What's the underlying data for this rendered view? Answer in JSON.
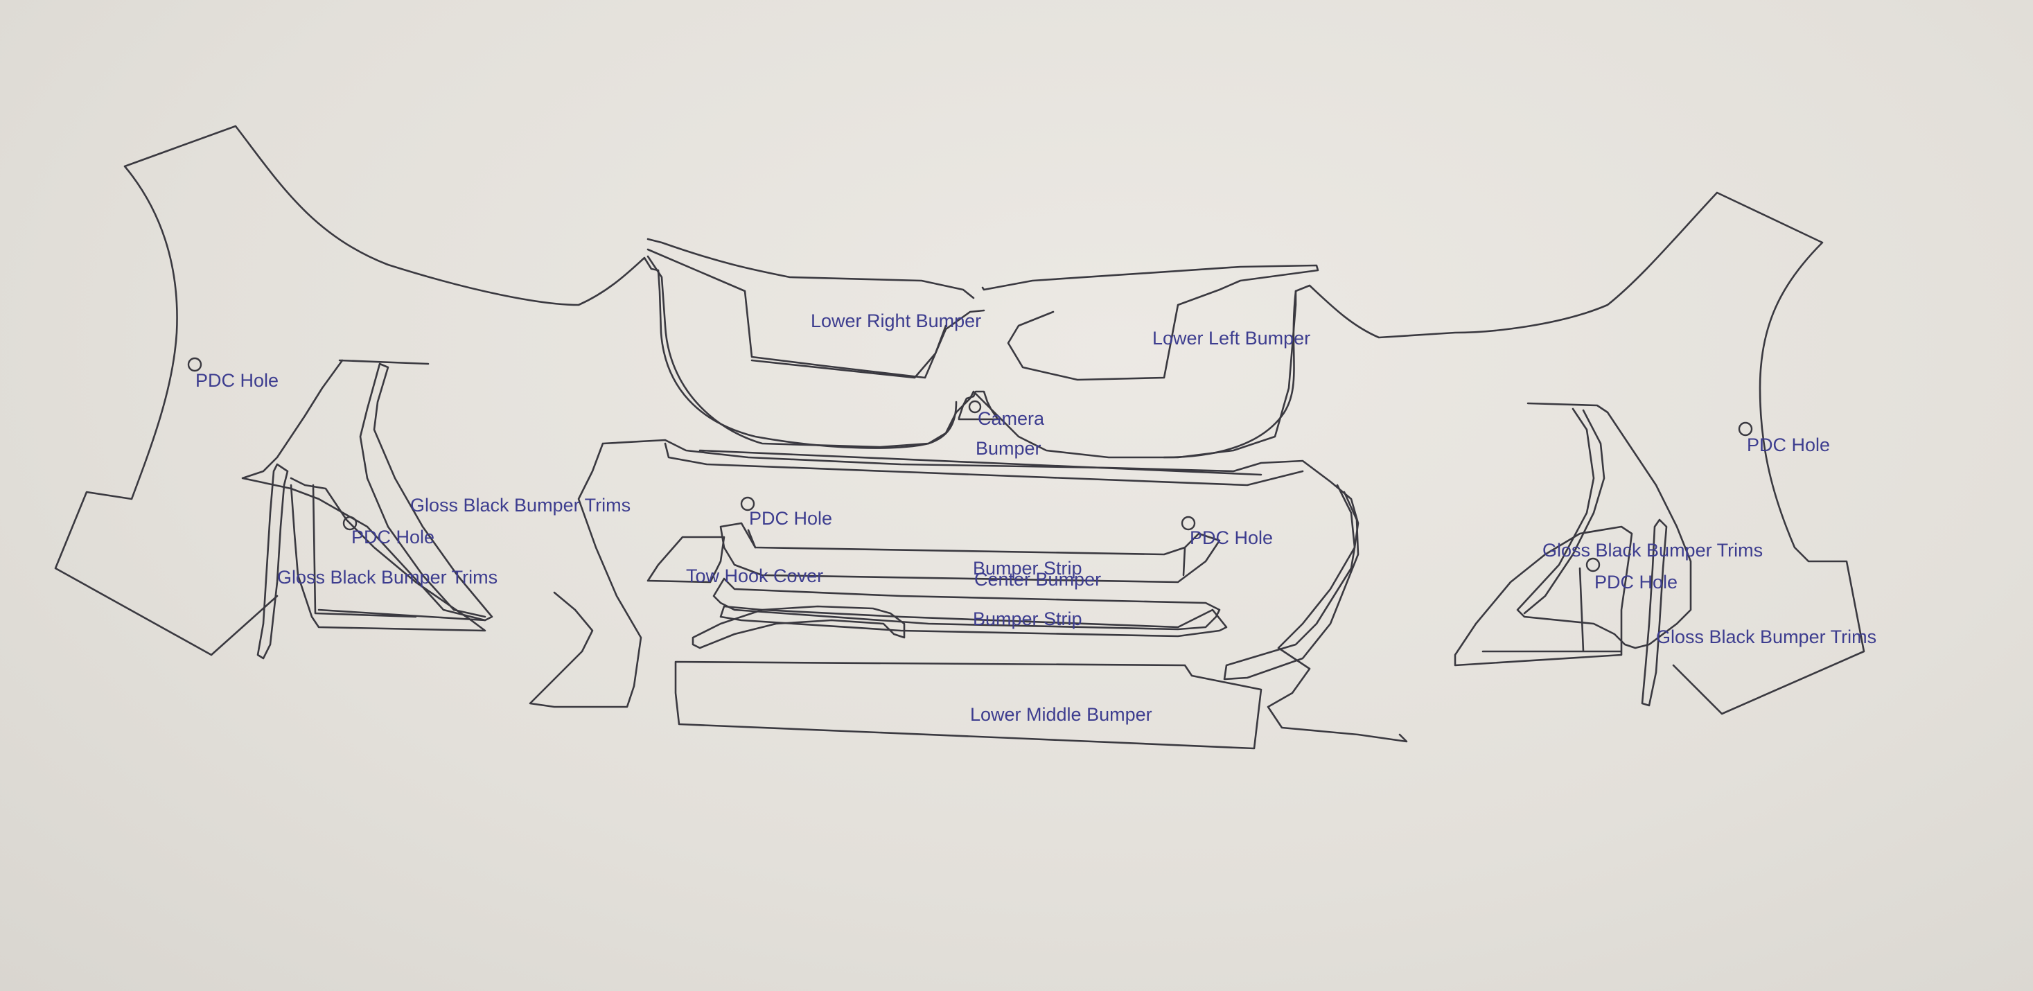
{
  "labels": {
    "pdc_hole_left_outer": "PDC Hole",
    "pdc_hole_left_inner": "PDC Hole",
    "pdc_hole_center_left": "PDC Hole",
    "pdc_hole_center_right": "PDC Hole",
    "pdc_hole_right_inner": "PDC Hole",
    "pdc_hole_right_outer": "PDC Hole",
    "lower_right_bumper": "Lower Right Bumper",
    "lower_left_bumper": "Lower Left Bumper",
    "camera": "Camera",
    "bumper": "Bumper",
    "gloss_black_trims_1": "Gloss Black Bumper Trims",
    "gloss_black_trims_2": "Gloss Black Bumper Trims",
    "gloss_black_trims_3": "Gloss Black Bumper Trims",
    "gloss_black_trims_4": "Gloss Black Bumper Trims",
    "tow_hook_cover": "Tow Hook Cover",
    "bumper_strip_upper": "Bumper Strip",
    "center_bumper": "Center Bumper",
    "bumper_strip_lower": "Bumper Strip",
    "lower_middle_bumper": "Lower Middle Bumper"
  },
  "colors": {
    "paper": "#e4e1dc",
    "cut_line": "#3a3940",
    "label_ink": "#3d3d8f"
  }
}
